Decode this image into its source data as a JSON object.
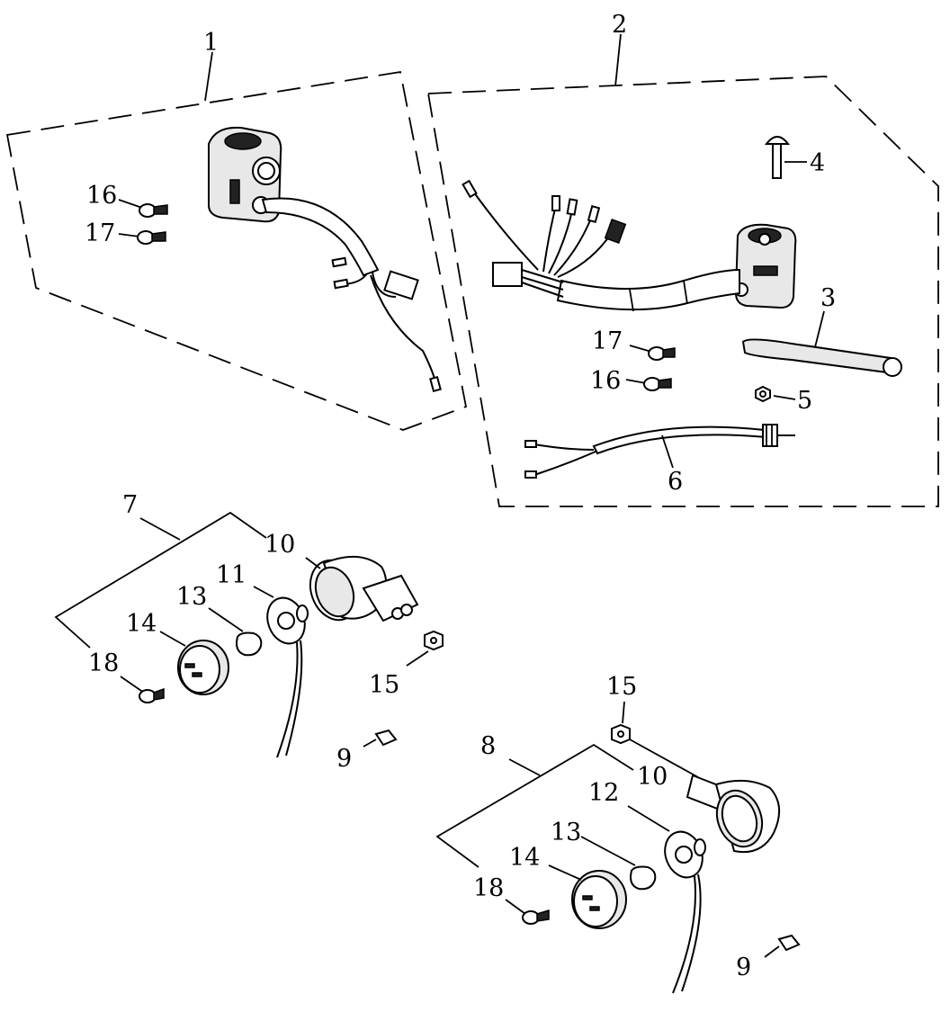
{
  "diagram": {
    "callouts": {
      "c1": "1",
      "c2": "2",
      "c3": "3",
      "c4": "4",
      "c5": "5",
      "c6": "6",
      "c7": "7",
      "c8": "8",
      "c9a": "9",
      "c9b": "9",
      "c10a": "10",
      "c10b": "10",
      "c11": "11",
      "c12": "12",
      "c13a": "13",
      "c13b": "13",
      "c14a": "14",
      "c14b": "14",
      "c15a": "15",
      "c15b": "15",
      "c16a": "16",
      "c16b": "16",
      "c17a": "17",
      "c17b": "17",
      "c18a": "18",
      "c18b": "18"
    }
  }
}
